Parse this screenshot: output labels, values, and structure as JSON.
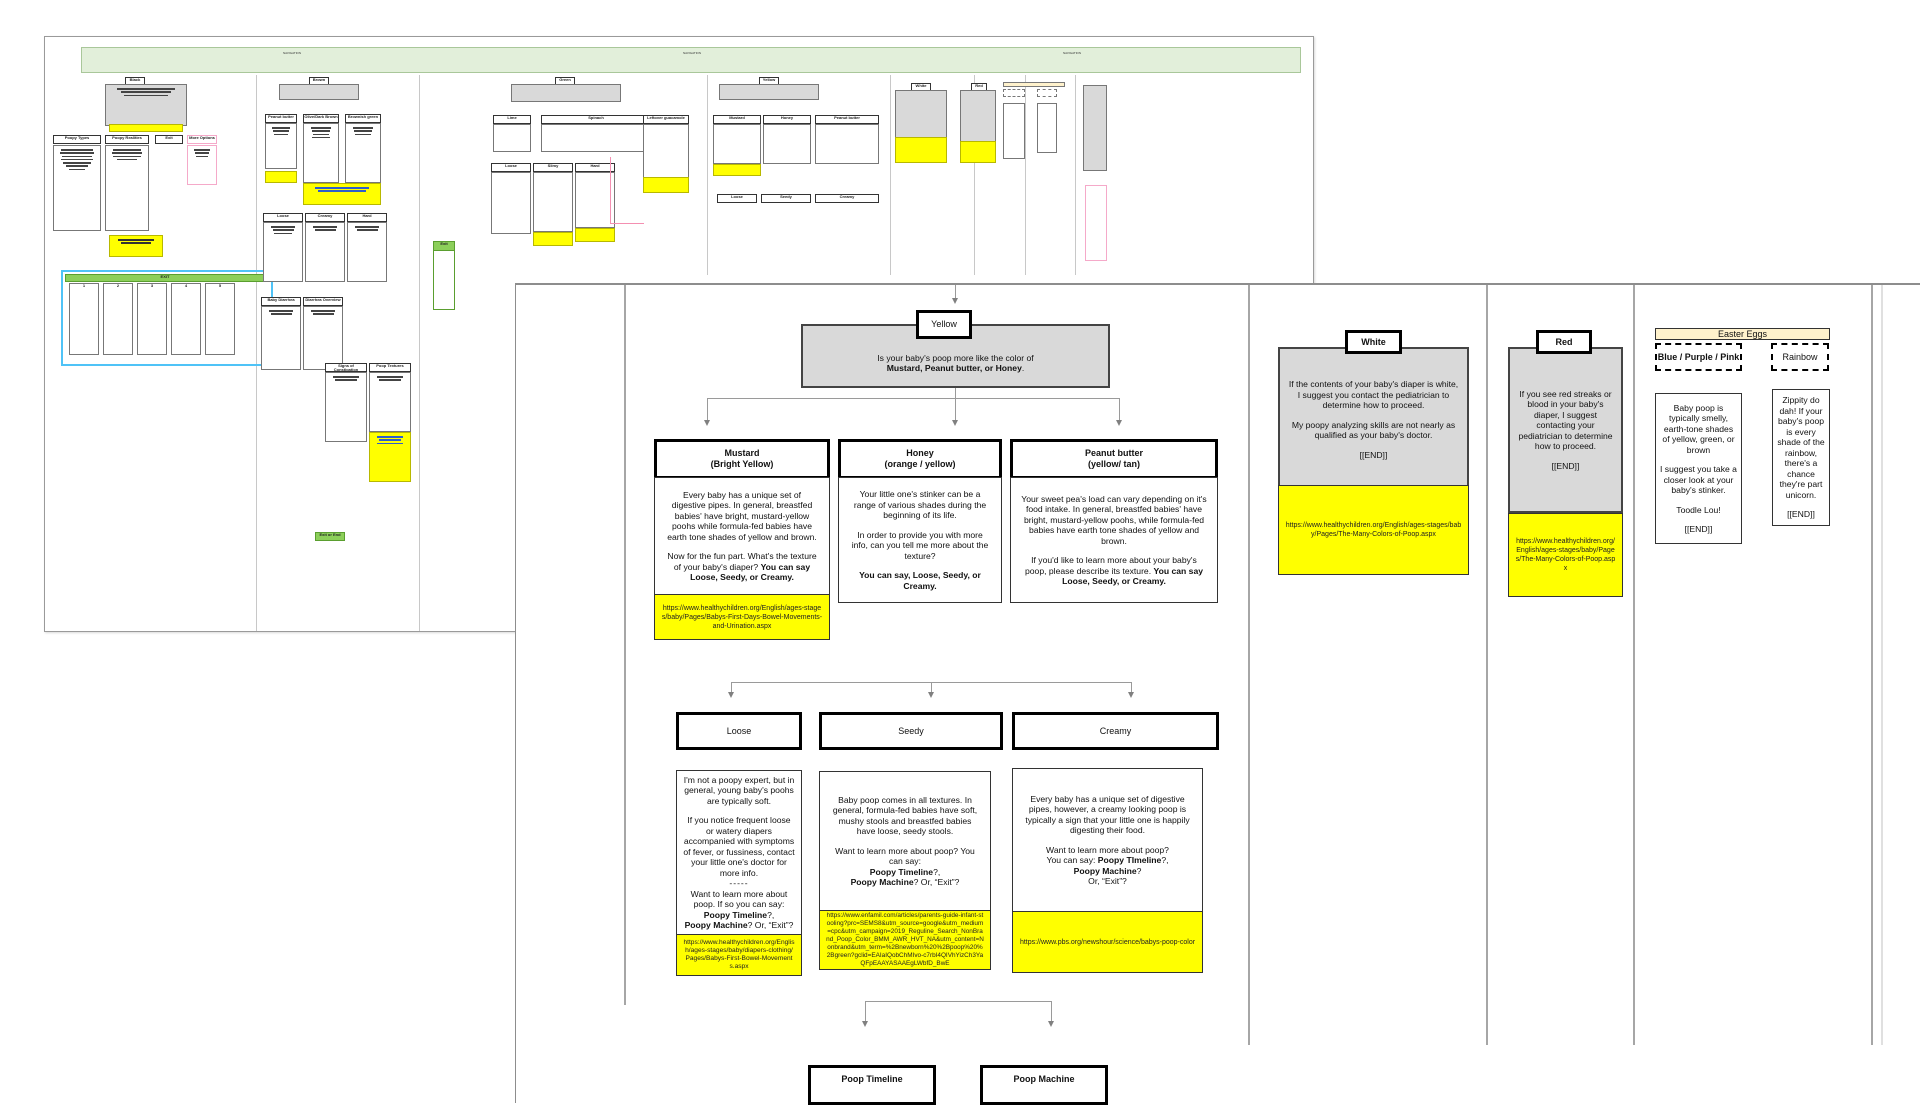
{
  "background_sheet": {
    "header_label": "NAVIGATION",
    "columns": [
      {
        "tag": "Black",
        "children": [
          "Poopy Types",
          "Poopy Realities",
          "Exit",
          "More Options"
        ]
      },
      {
        "tag": "Brown",
        "children": [
          "Peanut butter",
          "Olive/Dark Brown",
          "Brownish green",
          "Loose",
          "Creamy",
          "Hard",
          "Baby Diarrhea",
          "Diarrhea Overview",
          "Signs of Constipation",
          "Poop Textures"
        ]
      },
      {
        "tag": "Green",
        "children": [
          "Lime",
          "Spinach",
          "Leftover guacamole",
          "Loose",
          "Slimy",
          "Hard"
        ]
      },
      {
        "tag": "Yellow",
        "children": [
          "Mustard",
          "Honey",
          "Peanut butter",
          "Loose",
          "Seedy",
          "Creamy"
        ]
      },
      {
        "tag": "White"
      },
      {
        "tag": "Red"
      },
      {
        "tag": "Easter Eggs",
        "children": [
          "Blue / Purple / Pink",
          "Rainbow"
        ]
      }
    ],
    "exit_group_label": "EXIT",
    "exit_items": [
      "1",
      "2",
      "3",
      "4",
      "5"
    ],
    "exit_node_label": "Exit",
    "end_label": "Exit or End"
  },
  "yellow": {
    "tag": "Yellow",
    "question": "Is your baby's poop more like the color of",
    "options_text": "Mustard, Peanut butter, or Honey",
    "options": [
      {
        "title": "Mustard",
        "subtitle": "(Bright Yellow)",
        "body": "Every baby has a unique set of digestive pipes. In general, breastfed babies' have bright, mustard-yellow poohs while formula-fed babies have earth tone shades of yellow and brown.",
        "prompt": "Now for the fun part. What's the texture of your baby's diaper?",
        "prompt_bold": "You can say Loose, Seedy, or Creamy.",
        "link": "https://www.healthychildren.org/English/ages-stages/baby/Pages/Babys-First-Days-Bowel-Movements-and-Urination.aspx"
      },
      {
        "title": "Honey",
        "subtitle": "(orange / yellow)",
        "body": "Your little one's stinker can be a range of various shades during the beginning of its life.",
        "prompt": "In order to provide you with more info, can you tell me more about the texture?",
        "prompt_bold": "You can say, Loose, Seedy, or Creamy."
      },
      {
        "title": "Peanut butter",
        "subtitle": "(yellow/ tan)",
        "body": "Your sweet pea's load can vary depending on it's food intake. In general, breastfed babies' have bright, mustard-yellow poohs, while formula-fed babies have earth tone shades of yellow and brown.",
        "prompt": "If you'd like to learn more about your baby's poop, please describe its texture.",
        "prompt_bold": "You can say Loose, Seedy, or Creamy."
      }
    ],
    "textures": [
      {
        "title": "Loose",
        "body1": "I'm not a poopy expert, but in general, young baby's poohs are typically soft.",
        "body2": "If you notice frequent loose or watery diapers accompanied with symptoms of fever, or fussiness, contact your little one's doctor for more info.",
        "separator": "-----",
        "prompt": "Want to learn more about poop. If so you can say:",
        "opt1": "Poopy Timeline",
        "opt2": "Poopy Machine",
        "tail": "? Or, “Exit”?",
        "link": "https://www.healthychildren.org/English/ages-stages/baby/diapers-clothing/Pages/Babys-First-Bowel-Movements.aspx"
      },
      {
        "title": "Seedy",
        "body1": "Baby poop comes in all textures. In general, formula-fed babies have soft, mushy stools and breastfed babies have loose, seedy stools.",
        "prompt": "Want to learn more about poop? You can say:",
        "opt1": "Poopy Timeline",
        "opt2": "Poopy Machine",
        "tail": "? Or, “Exit”?",
        "link": "https://www.enfamil.com/articles/parents-guide-infant-stooling?prc=SEMS8&utm_source=google&utm_medium=cpc&utm_campaign=2019_Reguline_Search_NonBrand_Poop_Color_BMM_AWR_HVT_NA&utm_content=Nonbrand&utm_term=%2Bnewborn%20%2Bpoop%20%2Bgreen?gclid=EAIaIQobChMIvo-c7rbI4QIVhYizCh3YaQFpEAAYASAAEgLWbfD_BwE"
      },
      {
        "title": "Creamy",
        "body1": "Every baby has a unique set of digestive pipes, however, a creamy looking poop is typically a sign that your little one is happily digesting their food.",
        "prompt": "Want to learn more about poop?",
        "prompt2": "You can say:",
        "opt1": "Poopy TImeline",
        "opt2": "Poopy Machine",
        "tail": "Or, “Exit”?",
        "link": "https://www.pbs.org/newshour/science/babys-poop-color"
      }
    ],
    "followups": [
      "Poop Timeline",
      "Poop Machine"
    ]
  },
  "white": {
    "tag": "White",
    "body1": "If the contents of your baby's diaper is white, I suggest you contact the pediatrician to determine how to proceed.",
    "body2": "My poopy analyzing skills are not nearly as qualified as your baby's doctor.",
    "end": "[[END]]",
    "link": "https://www.healthychildren.org/English/ages-stages/baby/Pages/The-Many-Colors-of-Poop.aspx"
  },
  "red": {
    "tag": "Red",
    "body1": "If you see red streaks or blood in your baby's diaper, I suggest contacting your pediatrician to determine how to proceed.",
    "end": "[[END]]",
    "link": "https://www.healthychildren.org/English/ages-stages/baby/Pages/The-Many-Colors-of-Poop.aspx"
  },
  "easter_eggs": {
    "header": "Easter Eggs",
    "items": [
      {
        "tag": "Blue / Purple / Pink",
        "body1": "Baby poop is typically smelly, earth-tone shades of yellow, green, or brown",
        "body2": "I suggest you take a closer look at your baby's stinker.",
        "body3": "Toodle Lou!",
        "end": "[[END]]"
      },
      {
        "tag": "Rainbow",
        "body1": "Zippity do dah!  If your baby's poop is every shade of the rainbow, there's a chance they're part unicorn.",
        "end": "[[END]]"
      }
    ]
  },
  "colors": {
    "question_gray": "#d9d9d9",
    "link_yellow": "#ffff00",
    "header_green": "#e2efda",
    "easter_header": "#fff2cc",
    "exit_blue": "#4fc3f7",
    "exit_green": "#8ccf5a",
    "pink_border": "#f5a9c9"
  }
}
